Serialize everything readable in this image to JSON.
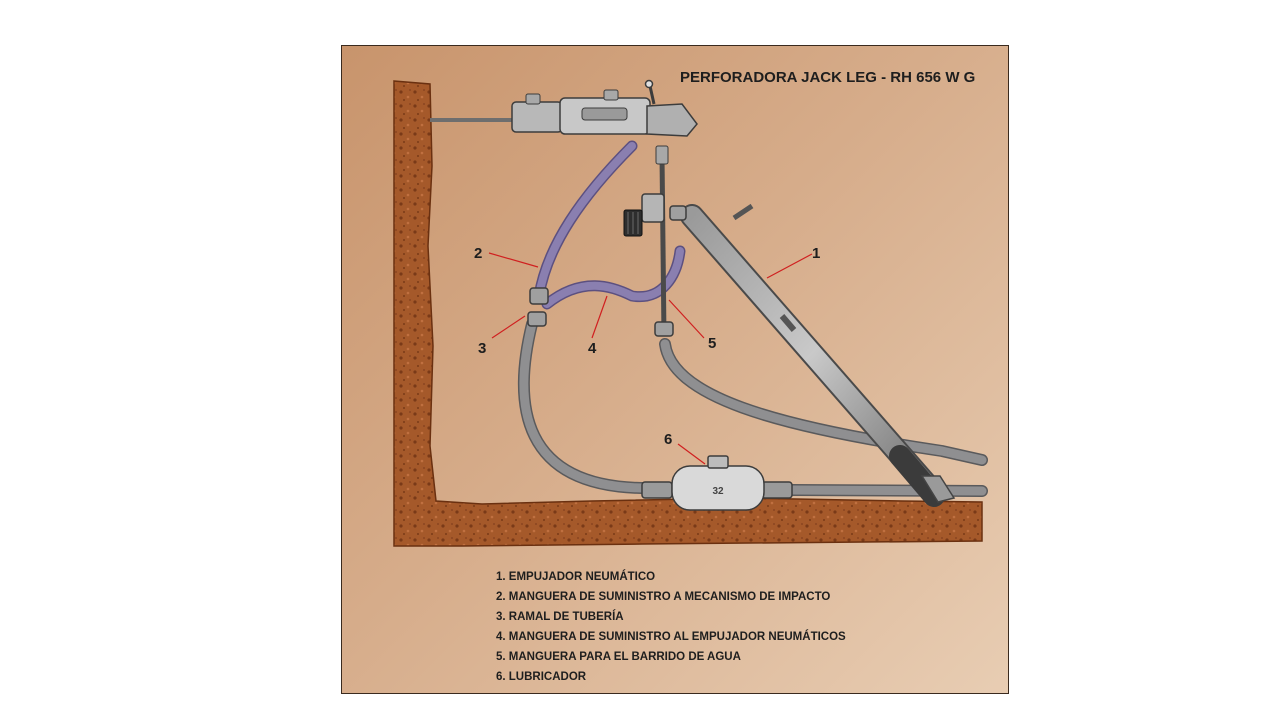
{
  "diagram": {
    "title": "PERFORADORA JACK LEG - RH 656 W G",
    "callouts": [
      {
        "id": "1",
        "label": "1"
      },
      {
        "id": "2",
        "label": "2"
      },
      {
        "id": "3",
        "label": "3"
      },
      {
        "id": "4",
        "label": "4"
      },
      {
        "id": "5",
        "label": "5"
      },
      {
        "id": "6",
        "label": "6"
      }
    ],
    "legend": [
      "1. EMPUJADOR NEUMÁTICO",
      "2. MANGUERA DE SUMINISTRO A MECANISMO DE IMPACTO",
      "3. RAMAL DE TUBERÍA",
      "4. MANGUERA DE SUMINISTRO AL EMPUJADOR NEUMÁTICOS",
      "5. MANGUERA PARA EL BARRIDO DE AGUA",
      "6. LUBRICADOR"
    ],
    "lubricator_mark": "32",
    "colors": {
      "rock": "#a5592a",
      "rock_dark": "#7a3a18",
      "hose_gray": "#8f8f91",
      "hose_purple": "#8a7fb0",
      "metal": "#b8b8b8",
      "leader": "#d02020"
    }
  }
}
